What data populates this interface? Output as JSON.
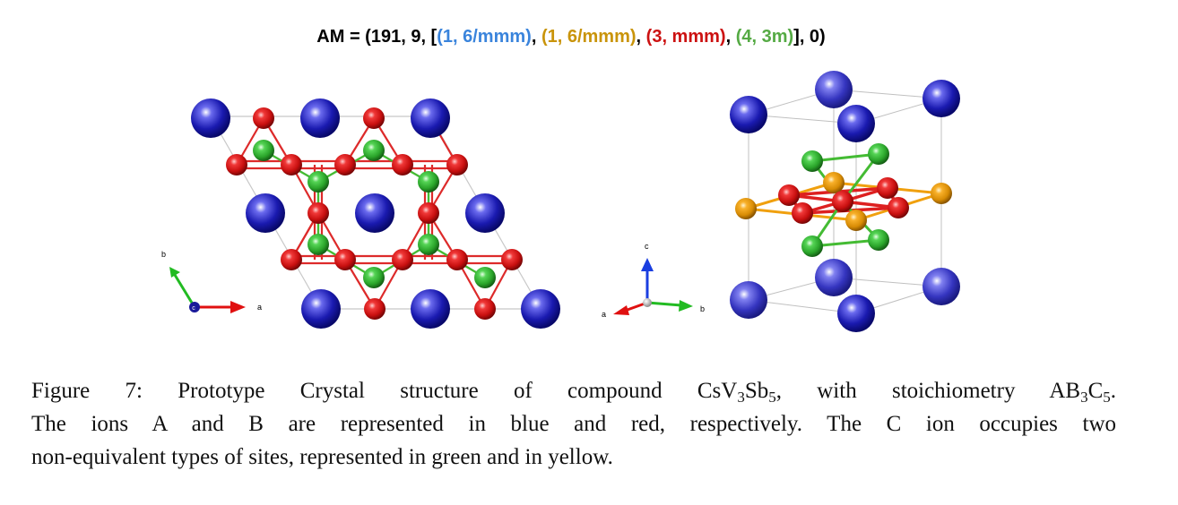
{
  "header": {
    "prefix": "AM = (191, 9, [",
    "site1": "(1, 6/mmm)",
    "site2": "(1, 6/mmm)",
    "site3": "(3, mmm)",
    "site4": "(4, 3m)",
    "suffix": "], 0)",
    "sep": ", "
  },
  "left_axes": {
    "b": "b",
    "a": "a",
    "c": "c"
  },
  "right_axes": {
    "c": "c",
    "a": "a",
    "b": "b"
  },
  "colors": {
    "ion_A": "#1e1eb4",
    "ion_B": "#e01818",
    "ion_C_green": "#3cbf3c",
    "ion_C_yellow": "#f0a00e"
  },
  "caption": {
    "label": "Figure 7:",
    "text1": "Prototype Crystal structure of compound CsV",
    "sub1": "3",
    "text2": "Sb",
    "sub2": "5",
    "text3": ", with stoichiometry AB",
    "sub3": "3",
    "text4": "C",
    "sub4": "5",
    "text5": ".",
    "line2": "The ions A and B are represented in blue and red, respectively. The C ion occupies two",
    "line3": "non-equivalent types of sites, represented in green and in yellow."
  }
}
